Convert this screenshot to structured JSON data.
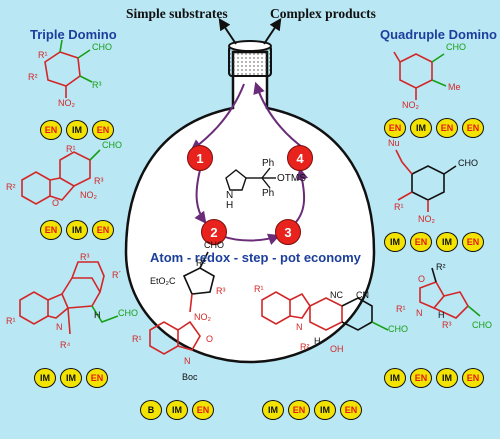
{
  "header": {
    "left": "Simple substrates",
    "right": "Complex products"
  },
  "triple_label": "Triple Domino",
  "quadruple_label": "Quadruple Domino",
  "economy": "Atom - redox - step - pot economy",
  "catalyst": {
    "ph_top": "Ph",
    "ph_bottom": "Ph",
    "otms": "OTMS",
    "nh": "N",
    "h": "H"
  },
  "steps": [
    "1",
    "2",
    "3",
    "4"
  ],
  "badge_sequences": [
    [
      "EN",
      "IM",
      "EN"
    ],
    [
      "EN",
      "IM",
      "EN"
    ],
    [
      "IM",
      "IM",
      "EN"
    ],
    [
      "B",
      "IM",
      "EN"
    ],
    [
      "IM",
      "EN",
      "IM",
      "EN"
    ],
    [
      "EN",
      "IM",
      "EN",
      "EN"
    ],
    [
      "IM",
      "EN",
      "IM",
      "EN"
    ],
    [
      "IM",
      "EN",
      "IM",
      "EN"
    ]
  ],
  "struct_labels": {
    "t1": [
      "R¹",
      "R²",
      "NO₂",
      "R³",
      "CHO"
    ],
    "t2": [
      "R¹",
      "R²",
      "O",
      "R³",
      "NO₂",
      "CHO"
    ],
    "q1": [
      "CHO",
      "NO₂",
      "Me"
    ],
    "q2": [
      "Nu",
      "R¹",
      "NO₂",
      "CHO"
    ],
    "b1": [
      "R³",
      "R´",
      "H",
      "R¹",
      "N",
      "CHO",
      "R⁴"
    ],
    "b2": [
      "EtO₂C",
      "R²",
      "CHO",
      "R³",
      "R¹",
      "N",
      "O",
      "Boc",
      "NO₂"
    ],
    "b3": [
      "R¹",
      "NC",
      "CN",
      "N",
      "H",
      "R²",
      "OH",
      "CHO"
    ],
    "b4": [
      "R²",
      "O",
      "R¹",
      "N",
      "R³",
      "H",
      "CHO"
    ]
  },
  "colors": {
    "background": "#b9e7f4",
    "struct_red": "#d42626",
    "struct_green": "#17a017",
    "title_blue": "#1d3f9c",
    "badge_yellow": "#f3e300",
    "badge_red": "#e31b1b",
    "cycle_red": "#e8221c"
  }
}
